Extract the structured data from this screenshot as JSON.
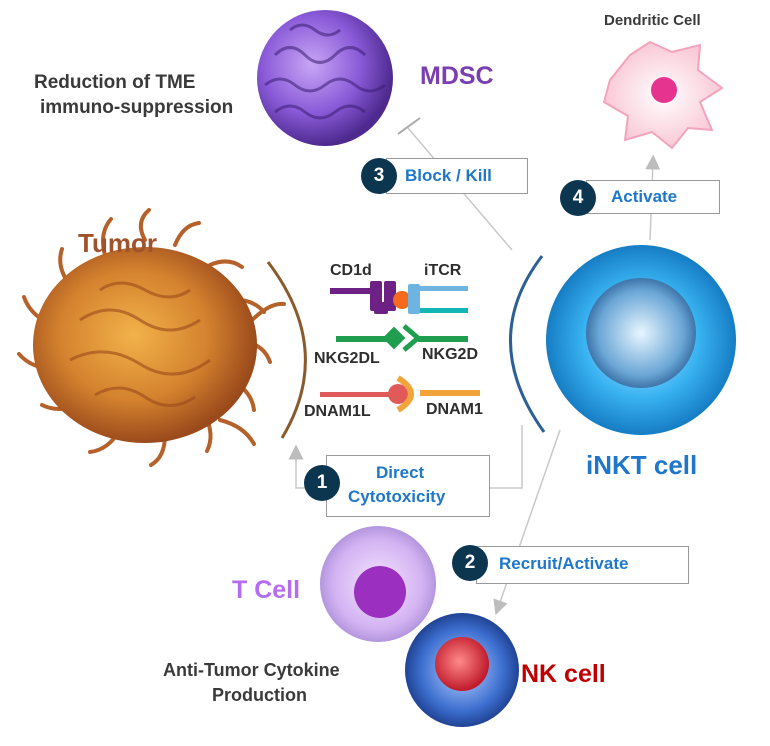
{
  "colors": {
    "tumor": "#a0522d",
    "mdsc": "#7a3fb0",
    "tcell": "#b46cf0",
    "nkcell": "#c00000",
    "inkt": "#1f77c9",
    "badge": "#0c3550",
    "step_text": "#1f77c9"
  },
  "cells": {
    "tumor": "Tumor",
    "mdsc": "MDSC",
    "dendritic": "Dendritic Cell",
    "inkt": "iNKT cell",
    "tcell": "T Cell",
    "nkcell": "NK cell"
  },
  "notes": {
    "tme_line1": "Reduction of TME",
    "tme_line2": "immuno-suppression",
    "cytokine_line1": "Anti-Tumor Cytokine",
    "cytokine_line2": "Production"
  },
  "receptors": {
    "cd1d": "CD1d",
    "itcr": "iTCR",
    "nkg2dl": "NKG2DL",
    "nkg2d": "NKG2D",
    "dnam1l": "DNAM1L",
    "dnam1": "DNAM1"
  },
  "steps": [
    {
      "number": "1",
      "line1": "Direct",
      "line2": "Cytotoxicity"
    },
    {
      "number": "2",
      "label": "Recruit/Activate"
    },
    {
      "number": "3",
      "label": "Block / Kill"
    },
    {
      "number": "4",
      "label": "Activate"
    }
  ],
  "icons": [
    "tumor-cell-icon",
    "mdsc-cell-icon",
    "dendritic-cell-icon",
    "inkt-cell-icon",
    "t-cell-icon",
    "nk-cell-icon"
  ]
}
